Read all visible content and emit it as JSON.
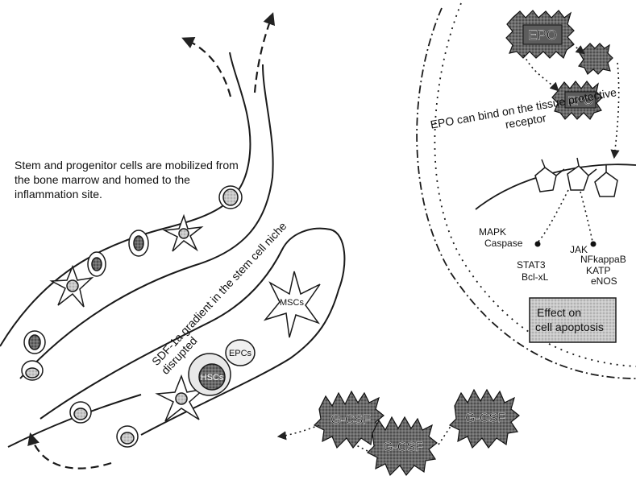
{
  "captions": {
    "mobilization": "Stem and progenitor cells are mobilized from the bone marrow and homed to the inflammation site.",
    "epo_binding": "EPO can bind on the tissue protective receptor",
    "sdf_gradient": "SDF-1a gradient in the stem cell niche disrupted"
  },
  "cells": {
    "msc_label": "MSCs",
    "epc_label": "EPCs",
    "hsc_label": "HSCs"
  },
  "epo": {
    "badge_top": "EPO",
    "badge_mid": "EPO"
  },
  "signaling": {
    "mapk": "MAPK",
    "caspase": "Caspase",
    "jak": "JAK",
    "nfkappab": "NFkappaB",
    "katp": "KATP",
    "stat3": "STAT3",
    "bclxl": "Bcl-xL",
    "enos": "eNOS",
    "effect_line1": "Effect on",
    "effect_line2": "cell apoptosis"
  },
  "gcsf": {
    "left": "G-CSF",
    "center": "G-CSF",
    "right": "G-CSF"
  }
}
